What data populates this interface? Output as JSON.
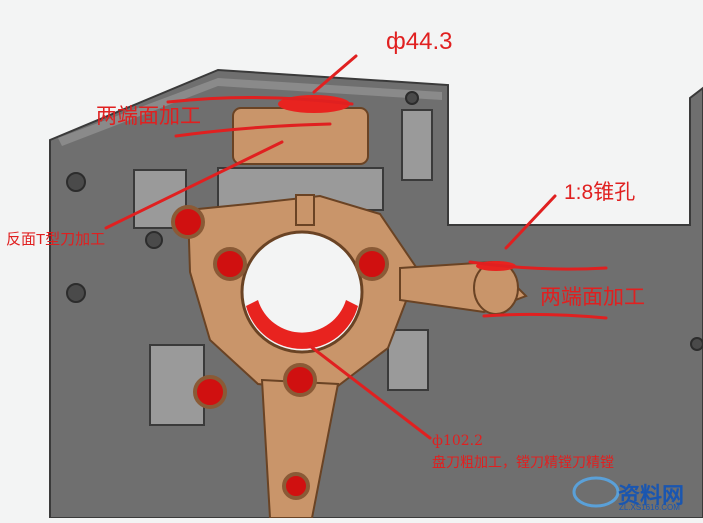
{
  "annotations": {
    "phi_44": "ф44.3",
    "both_ends_top": "两端面加工",
    "reverse_t": "反面T型刀加工",
    "taper_hole": "1:8锥孔",
    "both_ends_right": "两端面加工",
    "phi_102": "ф102.2",
    "bore_desc": "盘刀粗加工，镗刀精镗刀精镗"
  },
  "watermark": {
    "text": "资料网",
    "url": "ZL.XS1616.COM"
  },
  "colors": {
    "annotation": "#e02020",
    "plate": "#6f6f6f",
    "part": "#c9956a",
    "highlight": "#e8231f",
    "watermark": "#1a56b0"
  }
}
